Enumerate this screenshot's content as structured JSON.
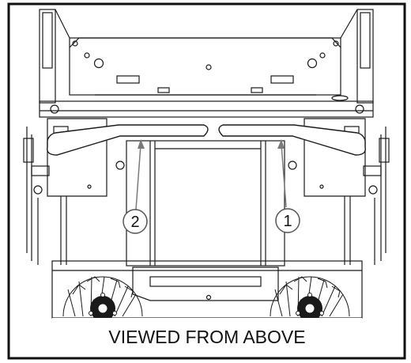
{
  "callouts": [
    {
      "number": "1",
      "target": "right-handle-bar"
    },
    {
      "number": "2",
      "target": "left-handle-bar"
    }
  ],
  "caption": "VIEWED FROM ABOVE",
  "colors": {
    "line": "#1a1a1a",
    "leader": "#7a7a7a",
    "background": "#ffffff"
  }
}
